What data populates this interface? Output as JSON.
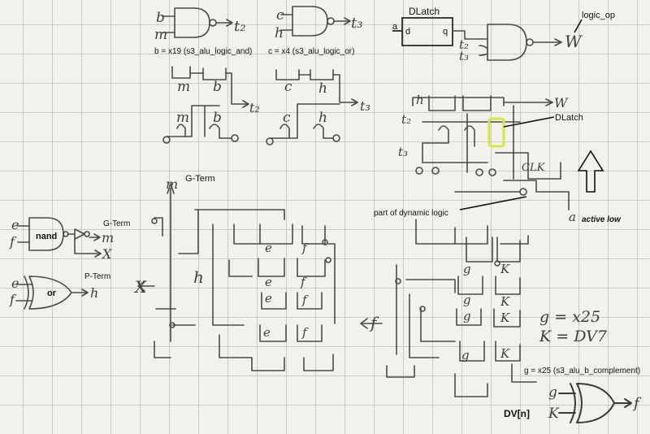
{
  "labels": {
    "dlatch_top": "DLatch",
    "logic_op": "logic_op",
    "b_def": "b = x19 (s3_alu_logic_and)",
    "c_def": "c = x4 (s3_alu_logic_or)",
    "dlatch_right": "DLatch",
    "part_dynamic": "part of dynamic logic",
    "active_low": "active low",
    "g_term_mid": "G-Term",
    "g_term_left": "G-Term",
    "p_term_left": "P-Term",
    "nand": "nand",
    "or": "or",
    "g_def": "g = x25 (s3_alu_b_complement)",
    "dv_n": "DV[n]"
  },
  "dlatch_ports": {
    "a": "a",
    "d": "d",
    "q": "q"
  },
  "handwriting": {
    "b": "b",
    "m": "m",
    "c": "c",
    "h": "h",
    "t2": "t₂",
    "t3": "t₃",
    "w": "W",
    "e": "e",
    "f": "f",
    "x": "X",
    "g": "g",
    "k": "K",
    "clk": "CLK",
    "a": "a",
    "g_eq": "g = x25",
    "k_eq": "K = DV7"
  },
  "colors": {
    "highlight": "#d6e83a",
    "ink": "#4a4a4a",
    "grid": "#c9c9c9"
  }
}
